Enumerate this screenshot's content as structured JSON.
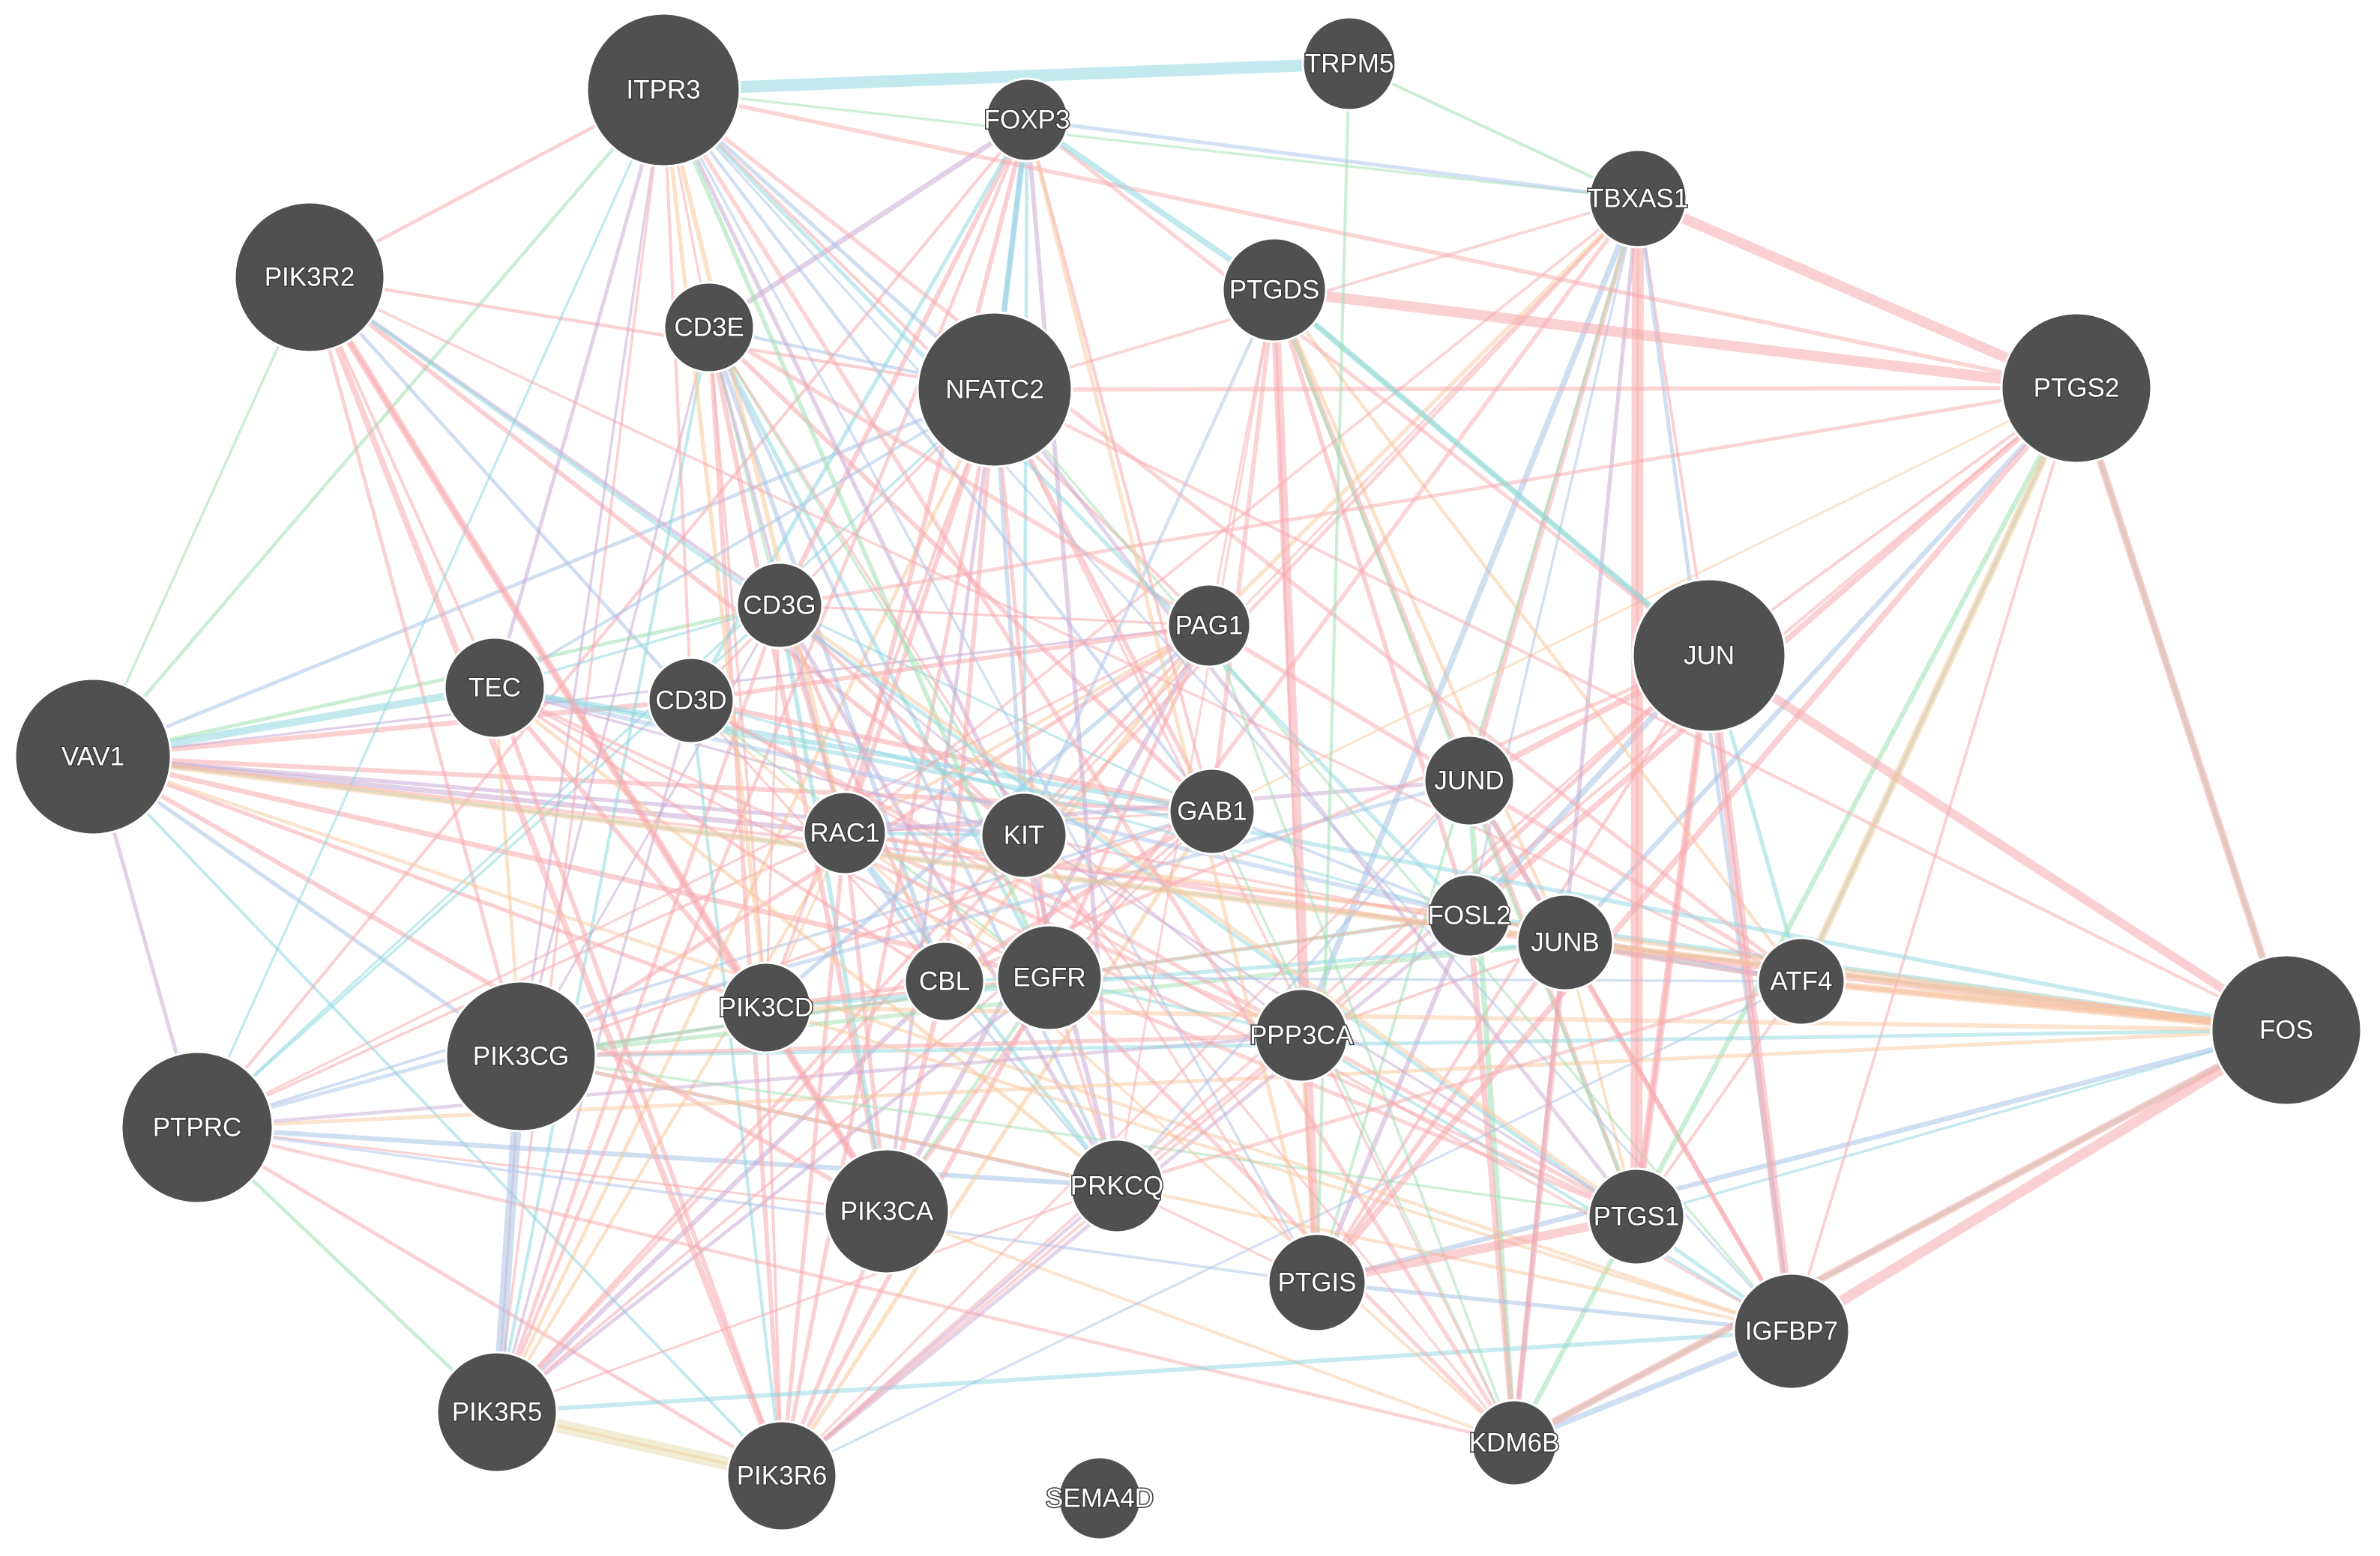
{
  "network": {
    "colors": {
      "physical": "#f8a9ad",
      "coexpression": "#c9a9d4",
      "pathway": "#8ed7e0",
      "genetic": "#9fe0b1",
      "predicted": "#f8c89b",
      "colocalization": "#a9c2e8",
      "shared_domains": "#e6dcb0",
      "node_fill": "#505050",
      "node_label": "#ffffff"
    },
    "nodes": [
      {
        "id": "ITPR3",
        "label": "ITPR3",
        "query": true
      },
      {
        "id": "TRPM5",
        "label": "TRPM5",
        "query": false
      },
      {
        "id": "FOXP3",
        "label": "FOXP3",
        "query": false
      },
      {
        "id": "TBXAS1",
        "label": "TBXAS1",
        "query": false
      },
      {
        "id": "PIK3R2",
        "label": "PIK3R2",
        "query": true
      },
      {
        "id": "CD3E",
        "label": "CD3E",
        "query": false
      },
      {
        "id": "PTGDS",
        "label": "PTGDS",
        "query": false
      },
      {
        "id": "NFATC2",
        "label": "NFATC2",
        "query": true
      },
      {
        "id": "PTGS2",
        "label": "PTGS2",
        "query": true
      },
      {
        "id": "CD3G",
        "label": "CD3G",
        "query": false
      },
      {
        "id": "PAG1",
        "label": "PAG1",
        "query": false
      },
      {
        "id": "JUN",
        "label": "JUN",
        "query": true
      },
      {
        "id": "TEC",
        "label": "TEC",
        "query": false
      },
      {
        "id": "CD3D",
        "label": "CD3D",
        "query": false
      },
      {
        "id": "VAV1",
        "label": "VAV1",
        "query": true
      },
      {
        "id": "JUND",
        "label": "JUND",
        "query": false
      },
      {
        "id": "GAB1",
        "label": "GAB1",
        "query": false
      },
      {
        "id": "RAC1",
        "label": "RAC1",
        "query": false
      },
      {
        "id": "KIT",
        "label": "KIT",
        "query": false
      },
      {
        "id": "FOSL2",
        "label": "FOSL2",
        "query": false
      },
      {
        "id": "JUNB",
        "label": "JUNB",
        "query": false
      },
      {
        "id": "ATF4",
        "label": "ATF4",
        "query": false
      },
      {
        "id": "FOS",
        "label": "FOS",
        "query": true
      },
      {
        "id": "EGFR",
        "label": "EGFR",
        "query": false
      },
      {
        "id": "CBL",
        "label": "CBL",
        "query": false
      },
      {
        "id": "PIK3CD",
        "label": "PIK3CD",
        "query": false
      },
      {
        "id": "PIK3CG",
        "label": "PIK3CG",
        "query": true
      },
      {
        "id": "PPP3CA",
        "label": "PPP3CA",
        "query": false
      },
      {
        "id": "PTPRC",
        "label": "PTPRC",
        "query": true
      },
      {
        "id": "PRKCQ",
        "label": "PRKCQ",
        "query": false
      },
      {
        "id": "PIK3CA",
        "label": "PIK3CA",
        "query": false
      },
      {
        "id": "PTGS1",
        "label": "PTGS1",
        "query": false
      },
      {
        "id": "PTGIS",
        "label": "PTGIS",
        "query": false
      },
      {
        "id": "IGFBP7",
        "label": "IGFBP7",
        "query": false
      },
      {
        "id": "PIK3R5",
        "label": "PIK3R5",
        "query": false
      },
      {
        "id": "KDM6B",
        "label": "KDM6B",
        "query": false
      },
      {
        "id": "PIK3R6",
        "label": "PIK3R6",
        "query": false
      },
      {
        "id": "SEMA4D",
        "label": "SEMA4D",
        "query": false
      }
    ]
  }
}
